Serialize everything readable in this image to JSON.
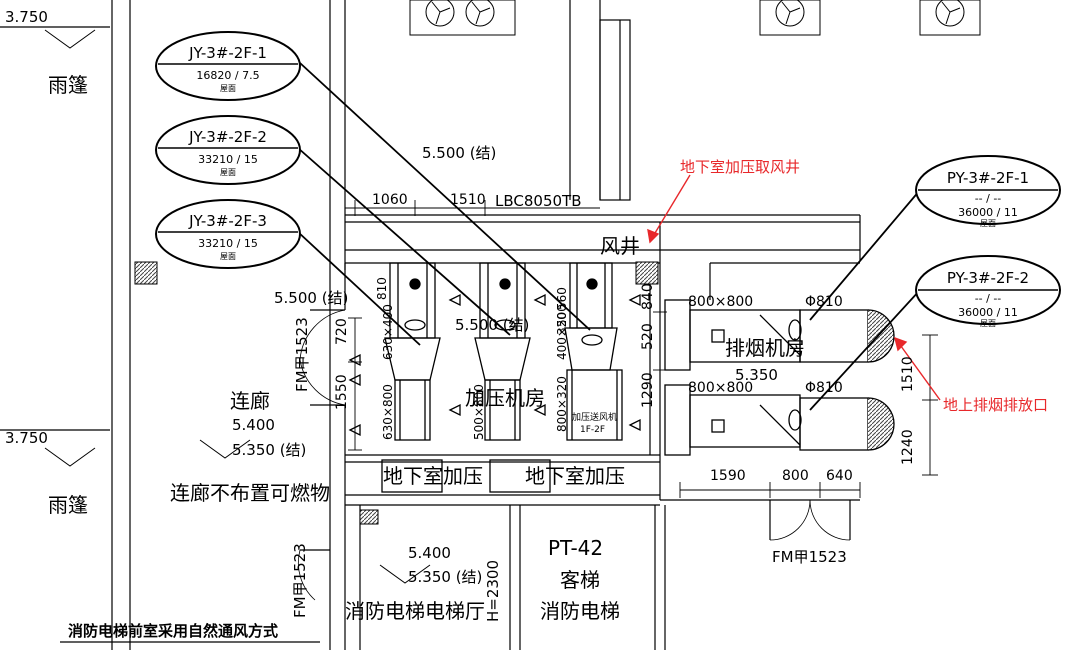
{
  "colors": {
    "line": "#000000",
    "annotation": "#e8282b",
    "background": "#ffffff",
    "hatch": "#666666"
  },
  "icons": [
    "fan-icon",
    "elevation-marker-icon",
    "arrow-icon",
    "hatch-pattern-icon"
  ],
  "levels": {
    "canopy_top": "3.750",
    "canopy_bottom": "3.750",
    "corridor_finish": "5.400",
    "corridor_struct": "5.350 (结)",
    "shaft_struct": "5.500 (结)",
    "left_struct": "5.500 (结)",
    "room_struct": "5.500 (结)",
    "smoke_room": "5.350",
    "lobby_finish": "5.400",
    "lobby_struct": "5.350 (结)"
  },
  "rooms": {
    "canopy_top": "雨篷",
    "canopy_bottom": "雨篷",
    "corridor": "连廊",
    "corridor_note": "连廊不布置可燃物",
    "pressurization_room": "加压机房",
    "smoke_room": "排烟机房",
    "air_shaft": "风井",
    "basement_pressure_left": "地下室加压",
    "basement_pressure_right": "地下室加压",
    "fire_lobby": "消防电梯电梯厅",
    "passenger_lift": "客梯",
    "fire_lift": "消防电梯",
    "lift_code": "PT-42",
    "lift_height": "H=2300"
  },
  "doors": {
    "left": "FM甲1523",
    "bottom_left": "FM甲1523",
    "bottom_right": "FM甲1523",
    "top_code": "LBC8050TB"
  },
  "dimensions": {
    "d1060": "1060",
    "d1510": "1510",
    "d720": "720",
    "d1550": "1550",
    "d840": "840",
    "d520": "520",
    "d1290": "1290",
    "d1590": "1590",
    "d800": "800",
    "d640": "640",
    "d1510r": "1510",
    "d1240": "1240",
    "duct_800x800_a": "800×800",
    "duct_800x800_b": "800×800",
    "phi810_a": "Φ810",
    "phi810_b": "Φ810",
    "duct_630x400": "630×400",
    "duct_630x800": "630×800",
    "duct_800x320": "800×320",
    "duct_500x800": "500×800",
    "duct_400x500": "400×500",
    "duct_320": "320",
    "d810": "810",
    "d560": "560"
  },
  "equipment_bubbles": [
    {
      "id": "JY-3#-2F-1",
      "params": "16820 / 7.5",
      "place": "屋面"
    },
    {
      "id": "JY-3#-2F-2",
      "params": "33210 / 15",
      "place": "屋面"
    },
    {
      "id": "JY-3#-2F-3",
      "params": "33210 / 15",
      "place": "屋面"
    },
    {
      "id": "PY-3#-2F-1",
      "params": "36000 / 11",
      "flow": "-- / --",
      "place": "屋面"
    },
    {
      "id": "PY-3#-2F-2",
      "params": "36000 / 11",
      "flow": "-- / --",
      "place": "屋面"
    }
  ],
  "annotations": {
    "shaft_note": "地下室加压取风井",
    "exhaust_note": "地上排烟排放口",
    "bottom_note": "消防电梯前室采用自然通风方式"
  },
  "unit_labels": {
    "u1": "加压送风机",
    "u2": "1F-2F"
  }
}
